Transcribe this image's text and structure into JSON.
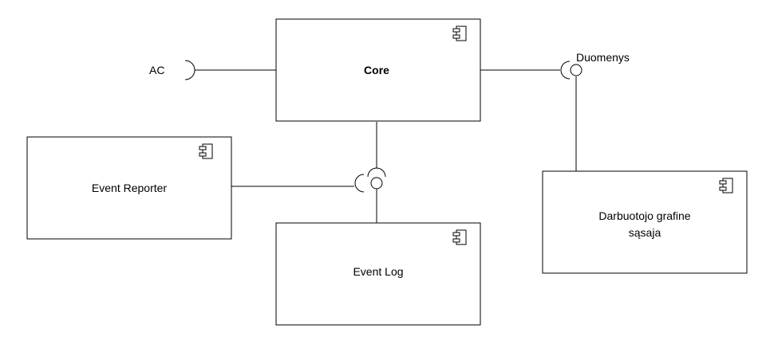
{
  "diagram": {
    "components": {
      "core": "Core",
      "event_reporter": "Event Reporter",
      "event_log": "Event Log",
      "gui_line1": "Darbuotojo grafine",
      "gui_line2": "sąsaja"
    },
    "interfaces": {
      "ac": "AC",
      "duomenys": "Duomenys"
    },
    "colors": {
      "line": "#000000",
      "connector_gray": "#808080",
      "box_fill": "#ffffff"
    }
  }
}
